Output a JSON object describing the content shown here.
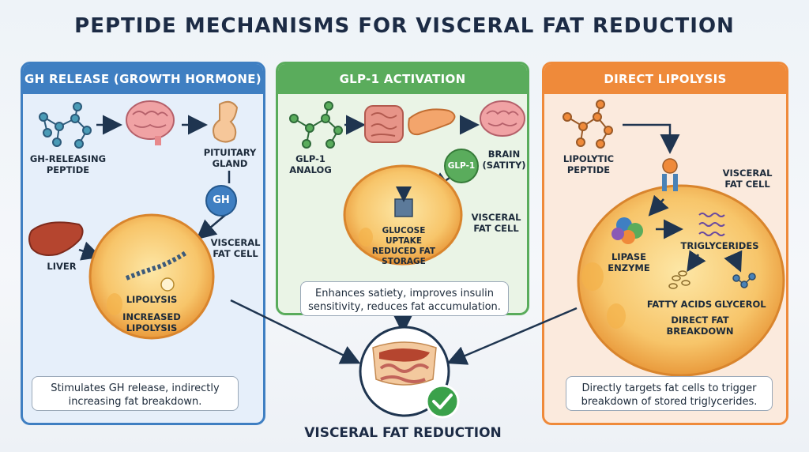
{
  "title": "PEPTIDE MECHANISMS FOR VISCERAL FAT REDUCTION",
  "panels": {
    "gh": {
      "header": "GH RELEASE (GROWTH HORMONE)",
      "peptide_label": "GH-RELEASING\nPEPTIDE",
      "pituitary_label": "PITUITARY\nGLAND",
      "gh_badge": "GH",
      "liver_label": "LIVER",
      "cell_label": "VISCERAL\nFAT CELL",
      "lipolysis_label": "LIPOLYSIS",
      "increased_label": "INCREASED\nLIPOLYSIS",
      "note": "Stimulates GH release, indirectly increasing fat breakdown."
    },
    "glp1": {
      "header": "GLP-1 ACTIVATION",
      "analog_label": "GLP-1\nANALOG",
      "brain_label": "BRAIN\n(SATITY)",
      "glp1_badge": "GLP-1",
      "cell_label": "VISCERAL\nFAT CELL",
      "uptake_label": "GLUCOSE\nUPTAKE\nREDUCED FAT\nSTORAGE",
      "note": "Enhances satiety, improves insulin sensitivity, reduces fat accumulation."
    },
    "lipolysis": {
      "header": "DIRECT LIPOLYSIS",
      "peptide_label": "LIPOLYTIC\nPEPTIDE",
      "cell_label": "VISCERAL\nFAT CELL",
      "enzyme_label": "LIPASE\nENZYME",
      "triglycerides_label": "TRIGLYCERIDES",
      "fatty_acids_label": "FATTY ACIDS",
      "glycerol_label": "GLYCEROL",
      "breakdown_label": "DIRECT FAT\nBREAKDOWN",
      "note": "Directly targets fat cells to trigger breakdown of stored triglycerides."
    }
  },
  "center_label": "VISCERAL FAT REDUCTION",
  "colors": {
    "gh": "#3f7fc2",
    "glp1": "#5aac5c",
    "lipolysis": "#ef8a3a",
    "check": "#3aa14a",
    "arrow": "#1f3550"
  }
}
